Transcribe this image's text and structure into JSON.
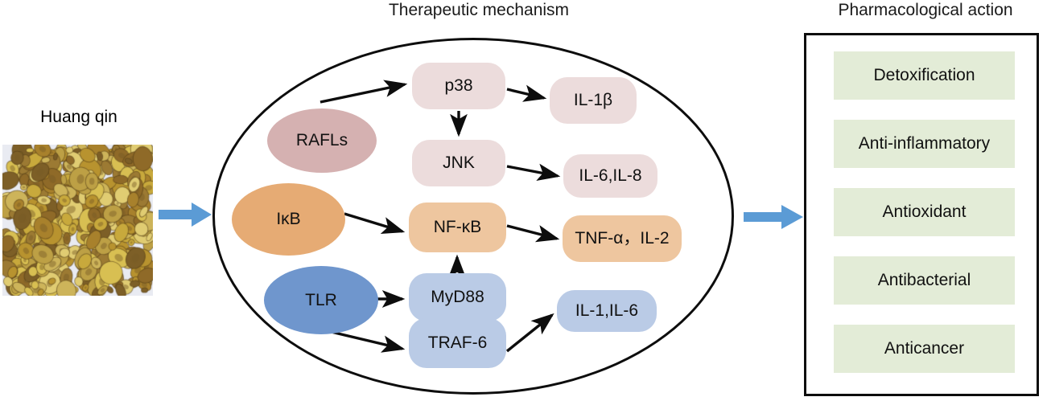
{
  "sections": {
    "therapeutic_title": "Therapeutic mechanism",
    "pharmacological_title": "Pharmacological action"
  },
  "source": {
    "label": "Huang qin",
    "photo_alt": "dried sliced Scutellaria baicalensis root pieces"
  },
  "flow_arrows": [
    {
      "name": "herb-to-cell",
      "color": "#5b9bd5"
    },
    {
      "name": "cell-to-actions",
      "color": "#5b9bd5"
    }
  ],
  "cell": {
    "nodes": [
      {
        "id": "rafls",
        "label": "RAFLs",
        "shape": "ellipse",
        "color": "#d5b1b1"
      },
      {
        "id": "ikb",
        "label": "IκB",
        "shape": "ellipse",
        "color": "#e6ab74"
      },
      {
        "id": "tlr",
        "label": "TLR",
        "shape": "ellipse",
        "color": "#6f96cd"
      },
      {
        "id": "p38",
        "label": "p38",
        "shape": "pill",
        "color": "#ecdcdc"
      },
      {
        "id": "jnk",
        "label": "JNK",
        "shape": "pill",
        "color": "#ecdcdc"
      },
      {
        "id": "nfkb",
        "label": "NF-κB",
        "shape": "pill",
        "color": "#eec69f"
      },
      {
        "id": "myd88",
        "label": "MyD88",
        "shape": "pill",
        "color": "#bacbe6"
      },
      {
        "id": "traf6",
        "label": "TRAF-6",
        "shape": "pill",
        "color": "#bacbe6"
      },
      {
        "id": "il1b",
        "label": "IL-1β",
        "shape": "pill",
        "color": "#ecdcdc"
      },
      {
        "id": "il68",
        "label": "IL-6,IL-8",
        "shape": "pill",
        "color": "#ecdcdc"
      },
      {
        "id": "tnfa",
        "label": "TNF-α，IL-2",
        "shape": "pill",
        "color": "#eec69f"
      },
      {
        "id": "il16",
        "label": "IL-1,IL-6",
        "shape": "pill",
        "color": "#bacbe6"
      }
    ],
    "edges": [
      {
        "from": "rafls",
        "to": "p38"
      },
      {
        "from": "p38",
        "to": "jnk"
      },
      {
        "from": "p38",
        "to": "il1b"
      },
      {
        "from": "jnk",
        "to": "il68"
      },
      {
        "from": "ikb",
        "to": "nfkb"
      },
      {
        "from": "nfkb",
        "to": "tnfa"
      },
      {
        "from": "tlr",
        "to": "myd88"
      },
      {
        "from": "tlr",
        "to": "traf6"
      },
      {
        "from": "myd88",
        "to": "nfkb"
      },
      {
        "from": "traf6",
        "to": "il16"
      }
    ]
  },
  "pharmacological": {
    "actions": [
      {
        "label": "Detoxification"
      },
      {
        "label": "Anti-inflammatory"
      },
      {
        "label": "Antioxidant"
      },
      {
        "label": "Antibacterial"
      },
      {
        "label": "Anticancer"
      }
    ],
    "bar_color": "#e3ecd7",
    "border_color": "#0d0d0d"
  }
}
